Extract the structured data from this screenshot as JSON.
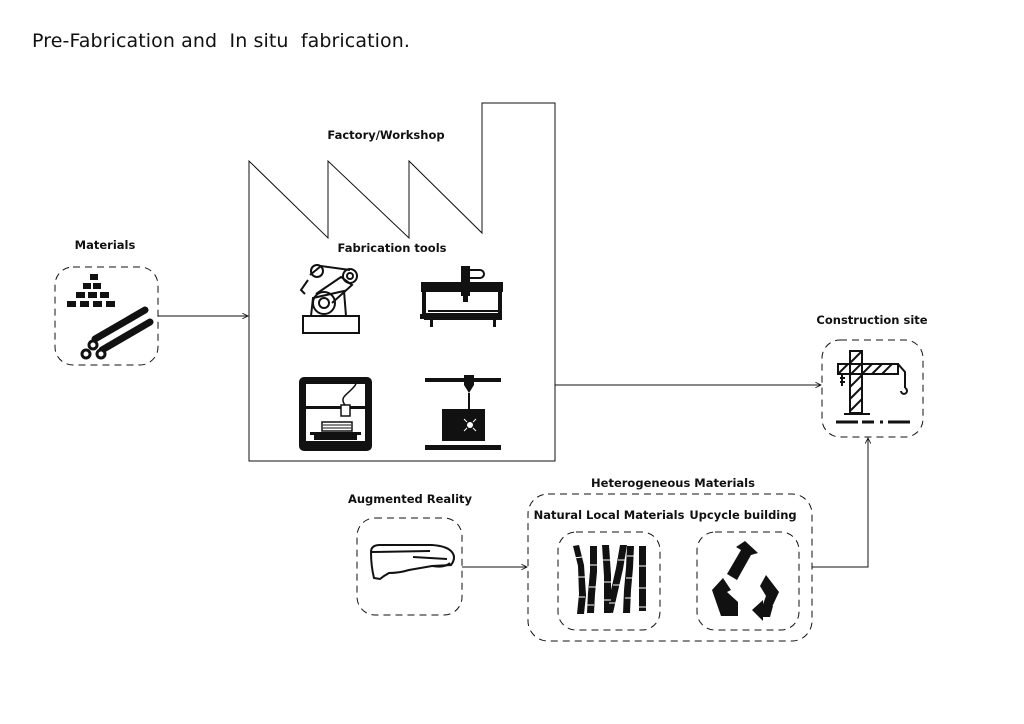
{
  "title": "Pre-Fabrication and  In situ  fabrication.",
  "nodes": {
    "materials": {
      "label": "Materials",
      "icon": "bricks-and-pipes-icon"
    },
    "factory": {
      "label": "Factory/Workshop",
      "icon": "factory-outline"
    },
    "fabrication_tools": {
      "label": "Fabrication tools",
      "tools": [
        {
          "name": "robotic-arm-icon"
        },
        {
          "name": "cnc-router-icon"
        },
        {
          "name": "3d-printer-icon"
        },
        {
          "name": "extruder-printer-icon"
        }
      ]
    },
    "construction_site": {
      "label": "Construction site",
      "icon": "tower-crane-icon"
    },
    "augmented_reality": {
      "label": "Augmented Reality",
      "icon": "ar-headset-icon"
    },
    "heterogeneous_materials": {
      "label": "Heterogeneous Materials",
      "children": [
        {
          "label": "Natural Local Materials",
          "icon": "bamboo-icon"
        },
        {
          "label": "Upcycle building",
          "icon": "recycle-icon"
        }
      ]
    }
  },
  "edges": [
    {
      "from": "Materials",
      "to": "Factory/Workshop"
    },
    {
      "from": "Factory/Workshop",
      "to": "Construction site"
    },
    {
      "from": "Augmented Reality",
      "to": "Heterogeneous Materials"
    },
    {
      "from": "Heterogeneous Materials",
      "to": "Construction site"
    }
  ]
}
